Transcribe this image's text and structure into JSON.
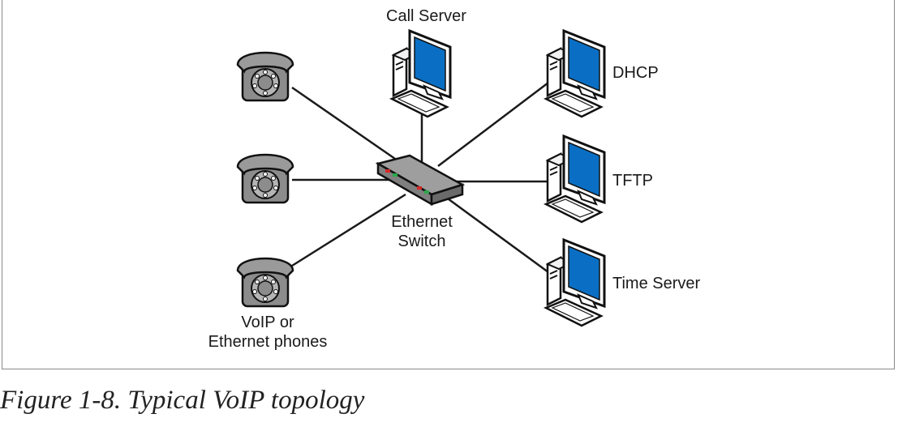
{
  "diagram": {
    "nodes": {
      "call_server": "Call Server",
      "dhcp": "DHCP",
      "tftp": "TFTP",
      "time_server": "Time Server",
      "switch_line1": "Ethernet",
      "switch_line2": "Switch",
      "phones_line1": "VoIP or",
      "phones_line2": "Ethernet phones"
    },
    "colors": {
      "screen": "#0a6fc4",
      "phone": "#8c8c8c",
      "switch": "#7f7f7f",
      "line": "#1a1a1a"
    }
  },
  "caption": "Figure 1-8. Typical VoIP topology"
}
